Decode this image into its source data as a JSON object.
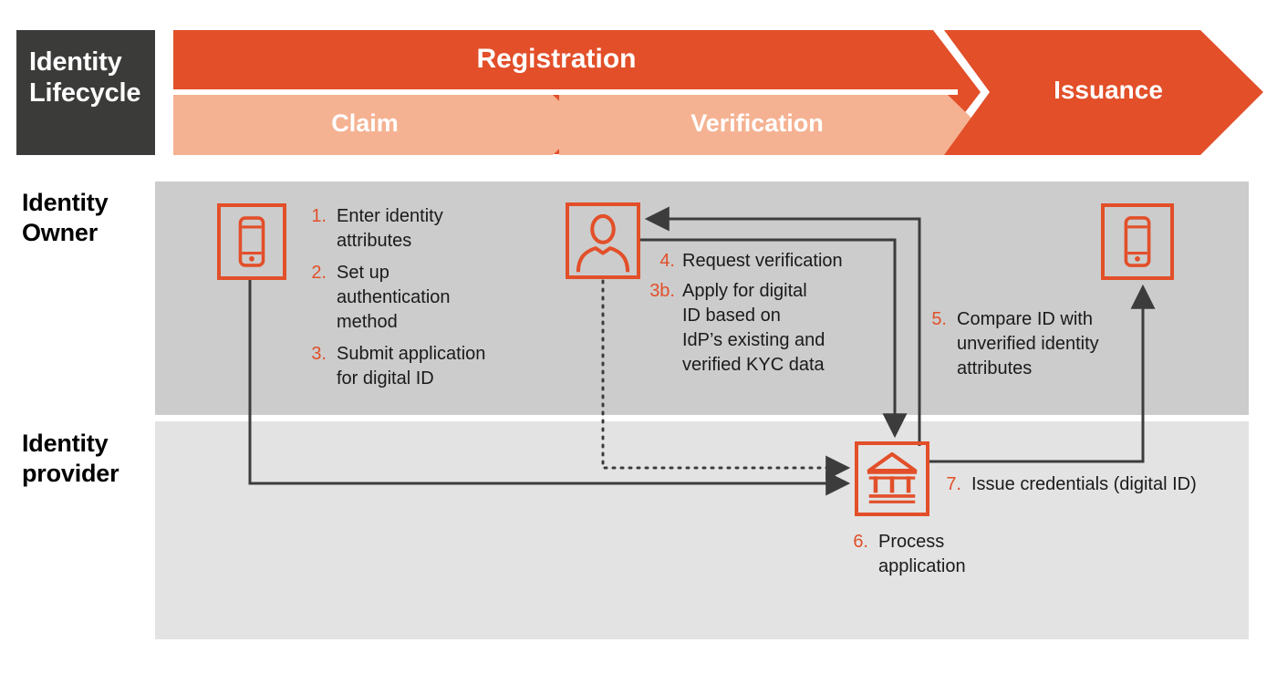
{
  "header": {
    "lifecycle_title_line1": "Identity",
    "lifecycle_title_line2": "Lifecycle",
    "phases": {
      "registration": "Registration",
      "claim": "Claim",
      "verification": "Verification",
      "issuance": "Issuance"
    }
  },
  "colors": {
    "orange": "#E24F29",
    "orange_light": "#F5B292",
    "dark_panel": "#3B3B3A",
    "lane_owner_bg": "#CCCCCC",
    "lane_provider_bg": "#E3E3E3",
    "connector": "#3C3C3C"
  },
  "lanes": {
    "owner": {
      "title_line1": "Identity",
      "title_line2": "Owner"
    },
    "provider": {
      "title_line1": "Identity",
      "title_line2": "provider"
    }
  },
  "icons": {
    "phone_left": "mobile-phone-icon",
    "person": "person-icon",
    "phone_right": "mobile-phone-icon",
    "bank": "bank-institution-icon"
  },
  "steps": {
    "claim": [
      {
        "num": "1.",
        "text": "Enter identity\nattributes"
      },
      {
        "num": "2.",
        "text": "Set up\nauthentication\nmethod"
      },
      {
        "num": "3.",
        "text": "Submit application\nfor digital ID"
      }
    ],
    "verify": [
      {
        "num": "4.",
        "text": "Request verification"
      },
      {
        "num": "3b.",
        "text": "Apply for digital\nID based on\nIdP’s existing and\nverified KYC data"
      }
    ],
    "compare": [
      {
        "num": "5.",
        "text": "Compare ID with\nunverified identity\nattributes"
      }
    ],
    "process": [
      {
        "num": "6.",
        "text": "Process\napplication"
      }
    ],
    "issue": [
      {
        "num": "7.",
        "text": "Issue credentials (digital ID)"
      }
    ]
  }
}
